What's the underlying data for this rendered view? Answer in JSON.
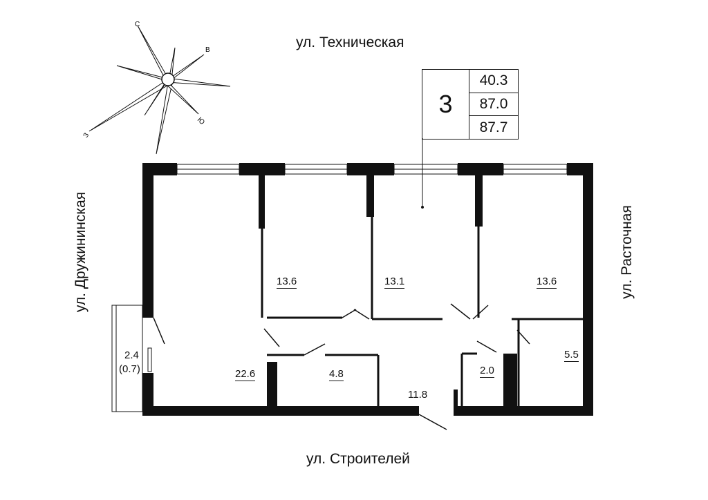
{
  "streets": {
    "top": "ул. Техническая",
    "bottom": "ул. Строителей",
    "left": "ул. Дружининская",
    "right": "ул. Расточная"
  },
  "summary": {
    "rooms": "3",
    "living_area": "40.3",
    "total_area": "87.0",
    "total_area_with_balcony": "87.7"
  },
  "compass": {
    "north": "С",
    "east": "В",
    "south": "Ю",
    "west": "З"
  },
  "rooms": {
    "kitchen_living": "22.6",
    "bedroom_1": "13.6",
    "bedroom_2": "13.1",
    "bedroom_3": "13.6",
    "bathroom": "4.8",
    "hallway": "11.8",
    "wc": "2.0",
    "storage": "5.5",
    "balcony": "2.4",
    "balcony_reduced": "(0.7)"
  }
}
